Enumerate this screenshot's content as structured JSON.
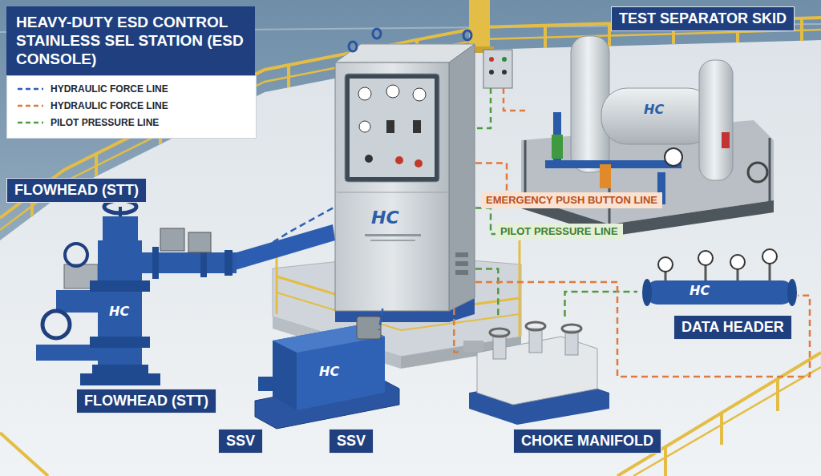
{
  "diagram": {
    "title": "HEAVY-DUTY ESD CONTROL STAINLESS SEL STATION (ESD CONSOLE)",
    "nodes": [
      {
        "text": [
          "TEST SEPARATOR SKID"
        ]
      },
      {
        "text": [
          "HC"
        ]
      },
      {
        "text": [
          "FLOWHEAD (STT)",
          "FLOWHEAD (STT)"
        ]
      },
      {
        "text": [
          "DATA HEADER"
        ]
      },
      {
        "text": [
          "SSV",
          "SSV"
        ]
      },
      {
        "text": [
          "CHOKE MANIFOLD"
        ]
      }
    ],
    "edges": [
      {
        "from": 1,
        "to": 2,
        "arrow": "none"
      },
      {
        "from": 1,
        "to": 4,
        "arrow": "none"
      },
      {
        "from": 1,
        "to": 0,
        "label": "EMERGENCY PUSH BUTTON LINE",
        "arrow": "none"
      },
      {
        "from": 1,
        "to": 0,
        "label": "PILOT PRESSURE LINE",
        "arrow": "none"
      },
      {
        "from": 1,
        "to": 5,
        "arrow": "none"
      },
      {
        "from": 1,
        "to": 5,
        "arrow": "none"
      },
      {
        "from": 5,
        "to": 3,
        "arrow": "none"
      },
      {
        "from": 1,
        "to": 3,
        "arrow": "none"
      }
    ],
    "labels": [
      "HC",
      "HC",
      "HC",
      "HC"
    ],
    "legend": [
      {
        "text": "HYDRAULIC FORCE LINE"
      },
      {
        "text": "HYDRAULIC FORCE LINE"
      },
      {
        "text": "PILOT PRESSURE LINE"
      }
    ]
  }
}
